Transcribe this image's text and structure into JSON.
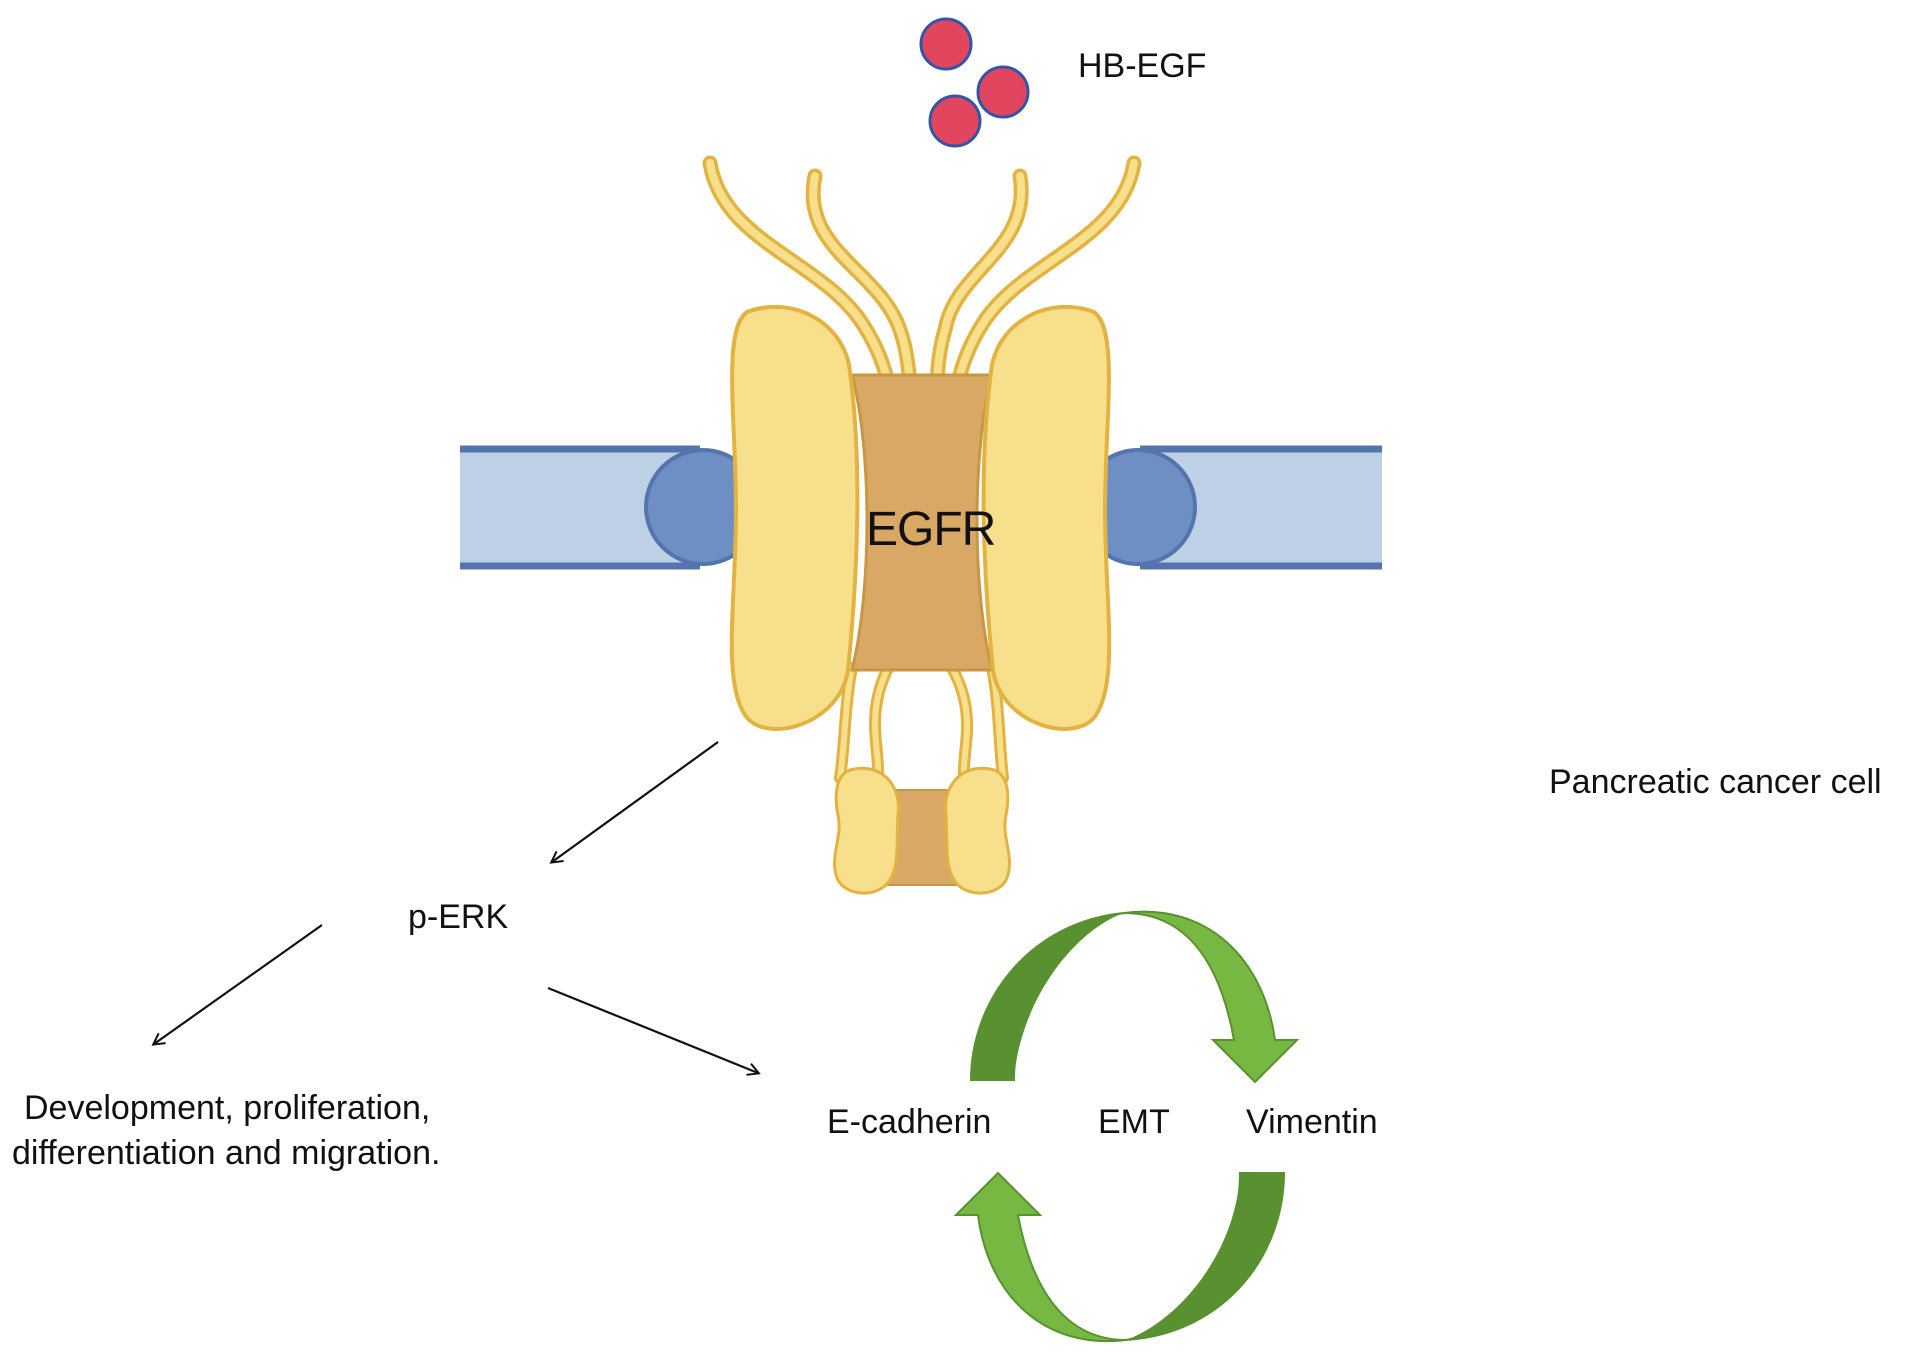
{
  "labels": {
    "ligand": "HB-EGF",
    "receptor": "EGFR",
    "cell": "Pancreatic cancer cell",
    "perk": "p-ERK",
    "outcome_line1": "Development, proliferation,",
    "outcome_line2": "differentiation and migration.",
    "ecadherin": "E-cadherin",
    "emt": "EMT",
    "vimentin": "Vimentin"
  },
  "colors": {
    "ligand_fill": "#e2455e",
    "ligand_stroke": "#3355a8",
    "membrane_fill": "#bdd0e6",
    "membrane_stroke": "#5474ad",
    "membrane_head": "#6e8fc4",
    "receptor_lobe": "#f7df8b",
    "receptor_stroke": "#e3b342",
    "receptor_core": "#d9a864",
    "arrow_dark": "#5a9130",
    "arrow_light": "#77b843",
    "arrow_line": "#111111"
  }
}
